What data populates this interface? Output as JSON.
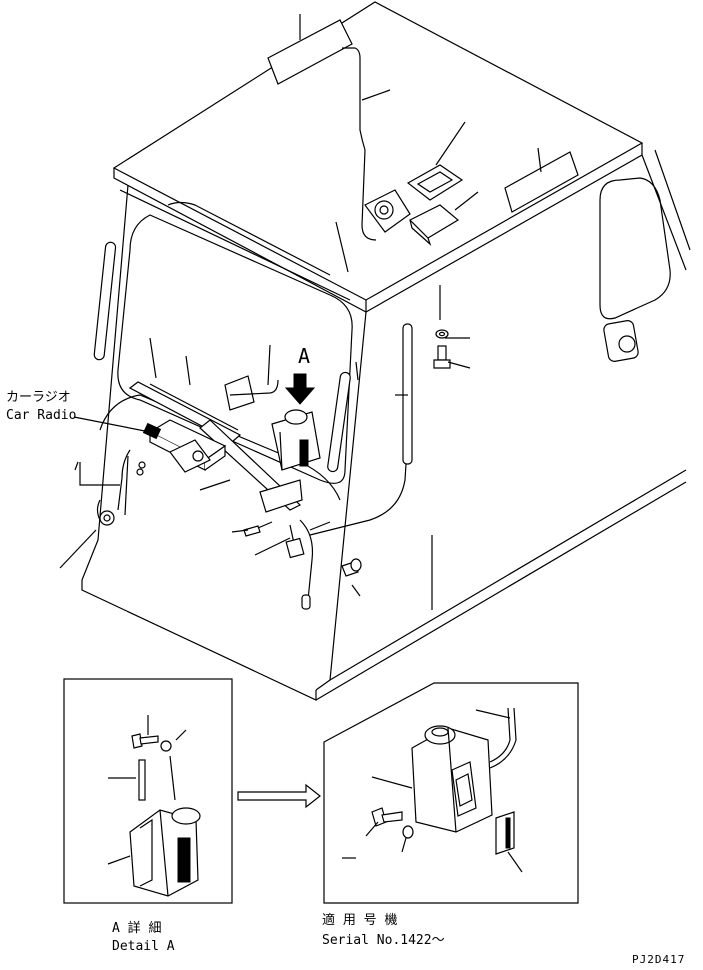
{
  "labels": {
    "car_radio_jp": "カーラジオ",
    "car_radio_en": "Car Radio",
    "view_marker": "A",
    "detail_jp": "A 詳 細",
    "detail_en": "Detail A",
    "serial_jp": "適 用 号 機",
    "serial_en": "Serial No.1422～",
    "drawing_code": "PJ2D417"
  },
  "icons": {
    "view_arrow": "down-arrow-icon",
    "transition_arrow": "right-arrow-icon"
  }
}
